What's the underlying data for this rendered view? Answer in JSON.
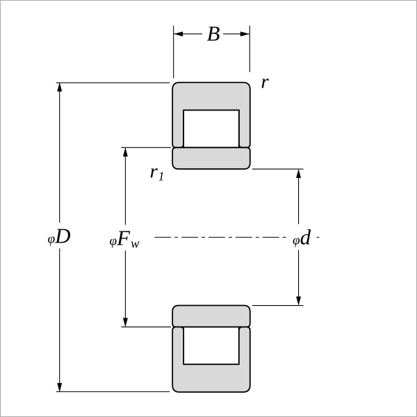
{
  "labels": {
    "width_B": {
      "text": "B"
    },
    "outer_chamfer_r": {
      "text": "r"
    },
    "inner_chamfer_r1": {
      "text": "r",
      "sub": "1"
    },
    "outer_diameter_D": {
      "phi": "φ",
      "text": "D"
    },
    "raceway_diameter_Fw": {
      "phi": "φ",
      "text": "F",
      "sub": "w"
    },
    "bore_diameter_d": {
      "phi": "φ",
      "text": "d"
    }
  },
  "colors": {
    "ring_fill": "#d9d9d9",
    "roller_fill": "#ffffff",
    "line": "#000000",
    "frame": "#ababab",
    "background": "#ffffff"
  }
}
